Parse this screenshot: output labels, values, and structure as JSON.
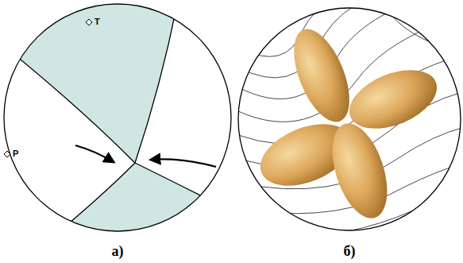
{
  "diagram": {
    "labels": [
      "T",
      "P",
      "а)",
      "б)"
    ]
  }
}
